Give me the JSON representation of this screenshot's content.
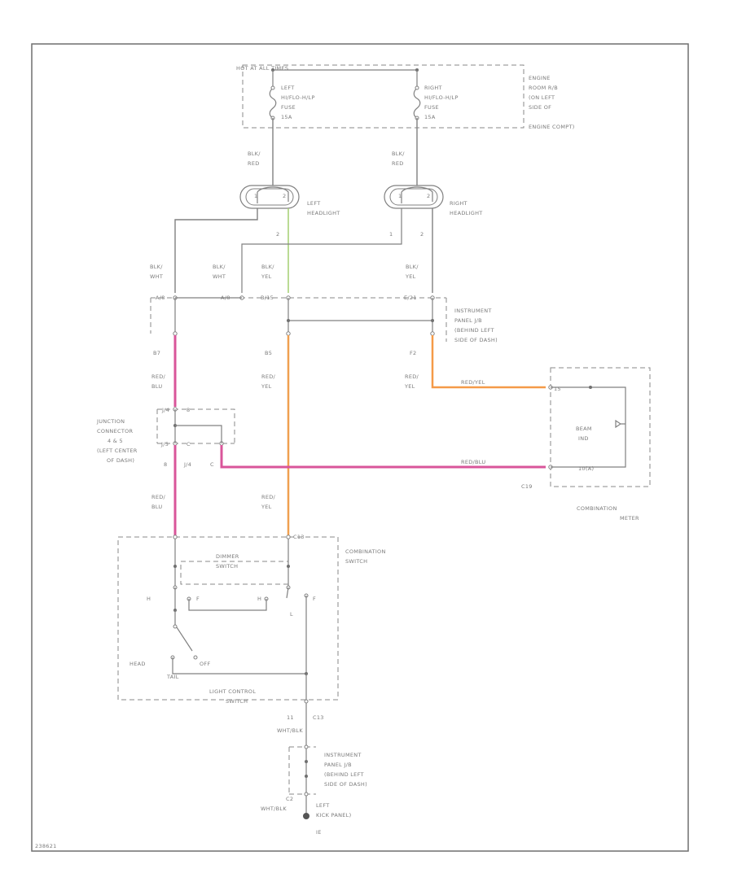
{
  "labels": {
    "hot_at_all_times": "HOT AT ALL TIMES",
    "left_fuse": [
      "LEFT",
      "HI/FLO-H/LP",
      "FUSE",
      "15A"
    ],
    "right_fuse": [
      "RIGHT",
      "HI/FLO-H/LP",
      "FUSE",
      "15A"
    ],
    "engine_room_box": [
      "ENGINE",
      "ROOM R/B",
      "(ON LEFT",
      "SIDE OF",
      "ENGINE COMPT)"
    ],
    "wire_blk_red_l": [
      "BLK/",
      "RED"
    ],
    "wire_blk_red_r": [
      "BLK/",
      "RED"
    ],
    "left_headlight": [
      "LEFT",
      "HEADLIGHT"
    ],
    "right_headlight": [
      "RIGHT",
      "HEADLIGHT"
    ],
    "pin_l1": "1",
    "pin_l2": "2",
    "pin_r1": "1",
    "pin_r2": "2",
    "wire_blk_wht_1": [
      "BLK/",
      "WHT"
    ],
    "wire_blk_wht_2": [
      "BLK/",
      "WHT"
    ],
    "wire_blk_yel_1": [
      "BLK/",
      "YEL"
    ],
    "wire_blk_yel_2": [
      "BLK/",
      "YEL"
    ],
    "conn_a_left": "A/8",
    "conn_a_mid": "A/8",
    "conn_b": "B/15",
    "conn_e": "E/21",
    "instrument_jb_top": [
      "INSTRUMENT",
      "PANEL J/B",
      "(BEHIND LEFT",
      "SIDE OF DASH)"
    ],
    "pin_b7": "B7",
    "pin_b5": "B5",
    "pin_f2": "F2",
    "wire_red_blu_1": [
      "RED/",
      "BLU"
    ],
    "wire_red_yel_1": [
      "RED/",
      "YEL"
    ],
    "wire_red_yel_2": [
      "RED/",
      "YEL"
    ],
    "wire_red_yel_meter": "RED/YEL",
    "wire_red_blu_meter": "RED/BLU",
    "junction_connector": [
      "JUNCTION",
      "CONNECTOR",
      "4 & 5",
      "(LEFT CENTER",
      "OF DASH)"
    ],
    "jc_j4": "J/4",
    "jc_8": "8",
    "jc_j5": "J/5",
    "jc_c": "C",
    "jc_j4b": "J/4",
    "beam_ind": [
      "BEAM",
      "IND"
    ],
    "meter_pin_15": "15",
    "meter_pin_10": "10(A)",
    "meter_c19": "C19",
    "combination_meter": [
      "COMBINATION",
      "METER"
    ],
    "wire_red_blu_2": [
      "RED/",
      "BLU"
    ],
    "wire_red_yel_3": [
      "RED/",
      "YEL"
    ],
    "combo_c13": "C13",
    "combination_switch": [
      "COMBINATION",
      "SWITCH"
    ],
    "dimmer_switch": [
      "DIMMER",
      "SWITCH"
    ],
    "sw_h": "H",
    "sw_f": "F",
    "sw_h2": "H",
    "sw_l": "L",
    "sw_f2": "F",
    "sw_head": "HEAD",
    "sw_off": "OFF",
    "sw_tail": "TAIL",
    "light_control_switch": [
      "LIGHT CONTROL",
      "SWITCH"
    ],
    "pin_11": "11",
    "pin_c13": "C13",
    "wire_wht_blk_1": "WHT/BLK",
    "instrument_jb_bottom": [
      "INSTRUMENT",
      "PANEL J/B",
      "(BEHIND LEFT",
      "SIDE OF DASH)"
    ],
    "pin_c2": "C2",
    "wire_wht_blk_2": "WHT/BLK",
    "ground_label": [
      "LEFT",
      "KICK PANEL)"
    ],
    "ground_code": "IE",
    "figure_id": "238621"
  },
  "colors": {
    "pink_wire": "#d9559a",
    "orange_wire": "#f0a050",
    "green_wire": "#a9d27a",
    "line": "#808080"
  }
}
